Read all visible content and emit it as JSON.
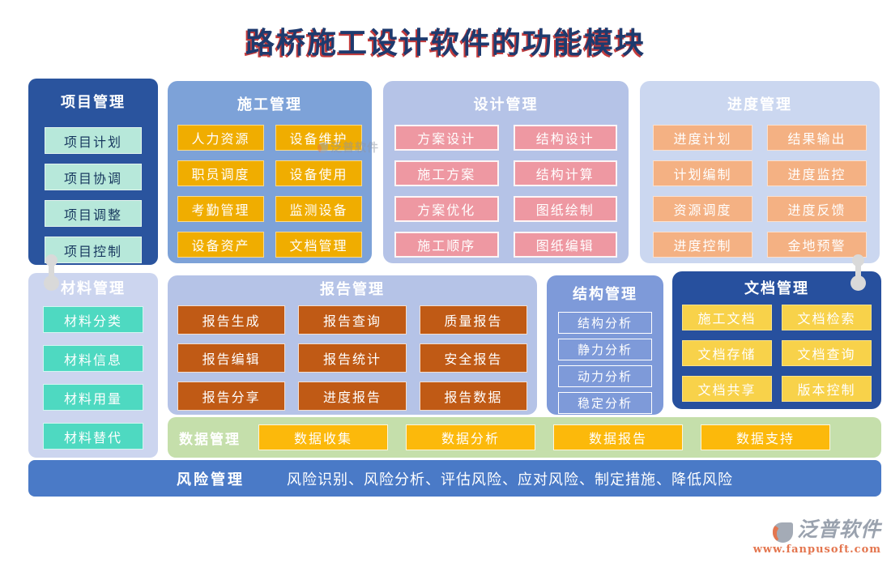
{
  "title": "路桥施工设计软件的功能模块",
  "panels": {
    "project": {
      "title": "项目管理",
      "items": [
        "项目计划",
        "项目协调",
        "项目调整",
        "项目控制"
      ]
    },
    "construction": {
      "title": "施工管理",
      "items": [
        "人力资源",
        "设备维护",
        "职员调度",
        "设备使用",
        "考勤管理",
        "监测设备",
        "设备资产",
        "文档管理"
      ]
    },
    "design": {
      "title": "设计管理",
      "items": [
        "方案设计",
        "结构设计",
        "施工方案",
        "结构计算",
        "方案优化",
        "图纸绘制",
        "施工顺序",
        "图纸编辑"
      ]
    },
    "progress": {
      "title": "进度管理",
      "items": [
        "进度计划",
        "结果输出",
        "计划编制",
        "进度监控",
        "资源调度",
        "进度反馈",
        "进度控制",
        "金地预警"
      ]
    },
    "material": {
      "title": "材料管理",
      "items": [
        "材料分类",
        "材料信息",
        "材料用量",
        "材料替代"
      ]
    },
    "report": {
      "title": "报告管理",
      "items": [
        "报告生成",
        "报告查询",
        "质量报告",
        "报告编辑",
        "报告统计",
        "安全报告",
        "报告分享",
        "进度报告",
        "报告数据"
      ]
    },
    "structure": {
      "title": "结构管理",
      "items": [
        "结构分析",
        "静力分析",
        "动力分析",
        "稳定分析"
      ]
    },
    "document": {
      "title": "文档管理",
      "items": [
        "施工文档",
        "文档检索",
        "文档存储",
        "文档查询",
        "文档共享",
        "版本控制"
      ]
    },
    "data": {
      "title": "数据管理",
      "items": [
        "数据收集",
        "数据分析",
        "数据报告",
        "数据支持"
      ]
    },
    "risk": {
      "title": "风险管理",
      "text": "风险识别、风险分析、评估风险、应对风险、制定措施、降低风险"
    }
  },
  "watermark": {
    "brand": "泛普软件"
  },
  "footer": {
    "brand": "泛普软件",
    "url": "www.fanpusoft.com"
  },
  "colors": {
    "title_navy": "#1e3a6e",
    "title_shadow_red": "#c43c3c",
    "panel_dark_blue": "#2a549e",
    "panel_medium_blue": "#7da2d8",
    "panel_light_blue": "#b5c3e7",
    "panel_lighter_blue": "#cbd7f0",
    "panel_lavender": "#ccd5ef",
    "panel_green": "#c5dfab",
    "structure_blue": "#7e9ad9",
    "document_blue": "#27509e",
    "risk_blue": "#4a7ac7",
    "item_mint": "#b7e8da",
    "item_gold": "#f0ad00",
    "item_pink": "#ee98a2",
    "item_peach": "#f4b183",
    "item_teal": "#4ed9c1",
    "item_rust": "#c05a15",
    "item_yellow": "#f8d24a",
    "item_amber": "#fcb90b",
    "connector_gray": "#d9d9d9",
    "brand_gray": "#9aa2ae",
    "brand_orange": "#e4764f"
  }
}
